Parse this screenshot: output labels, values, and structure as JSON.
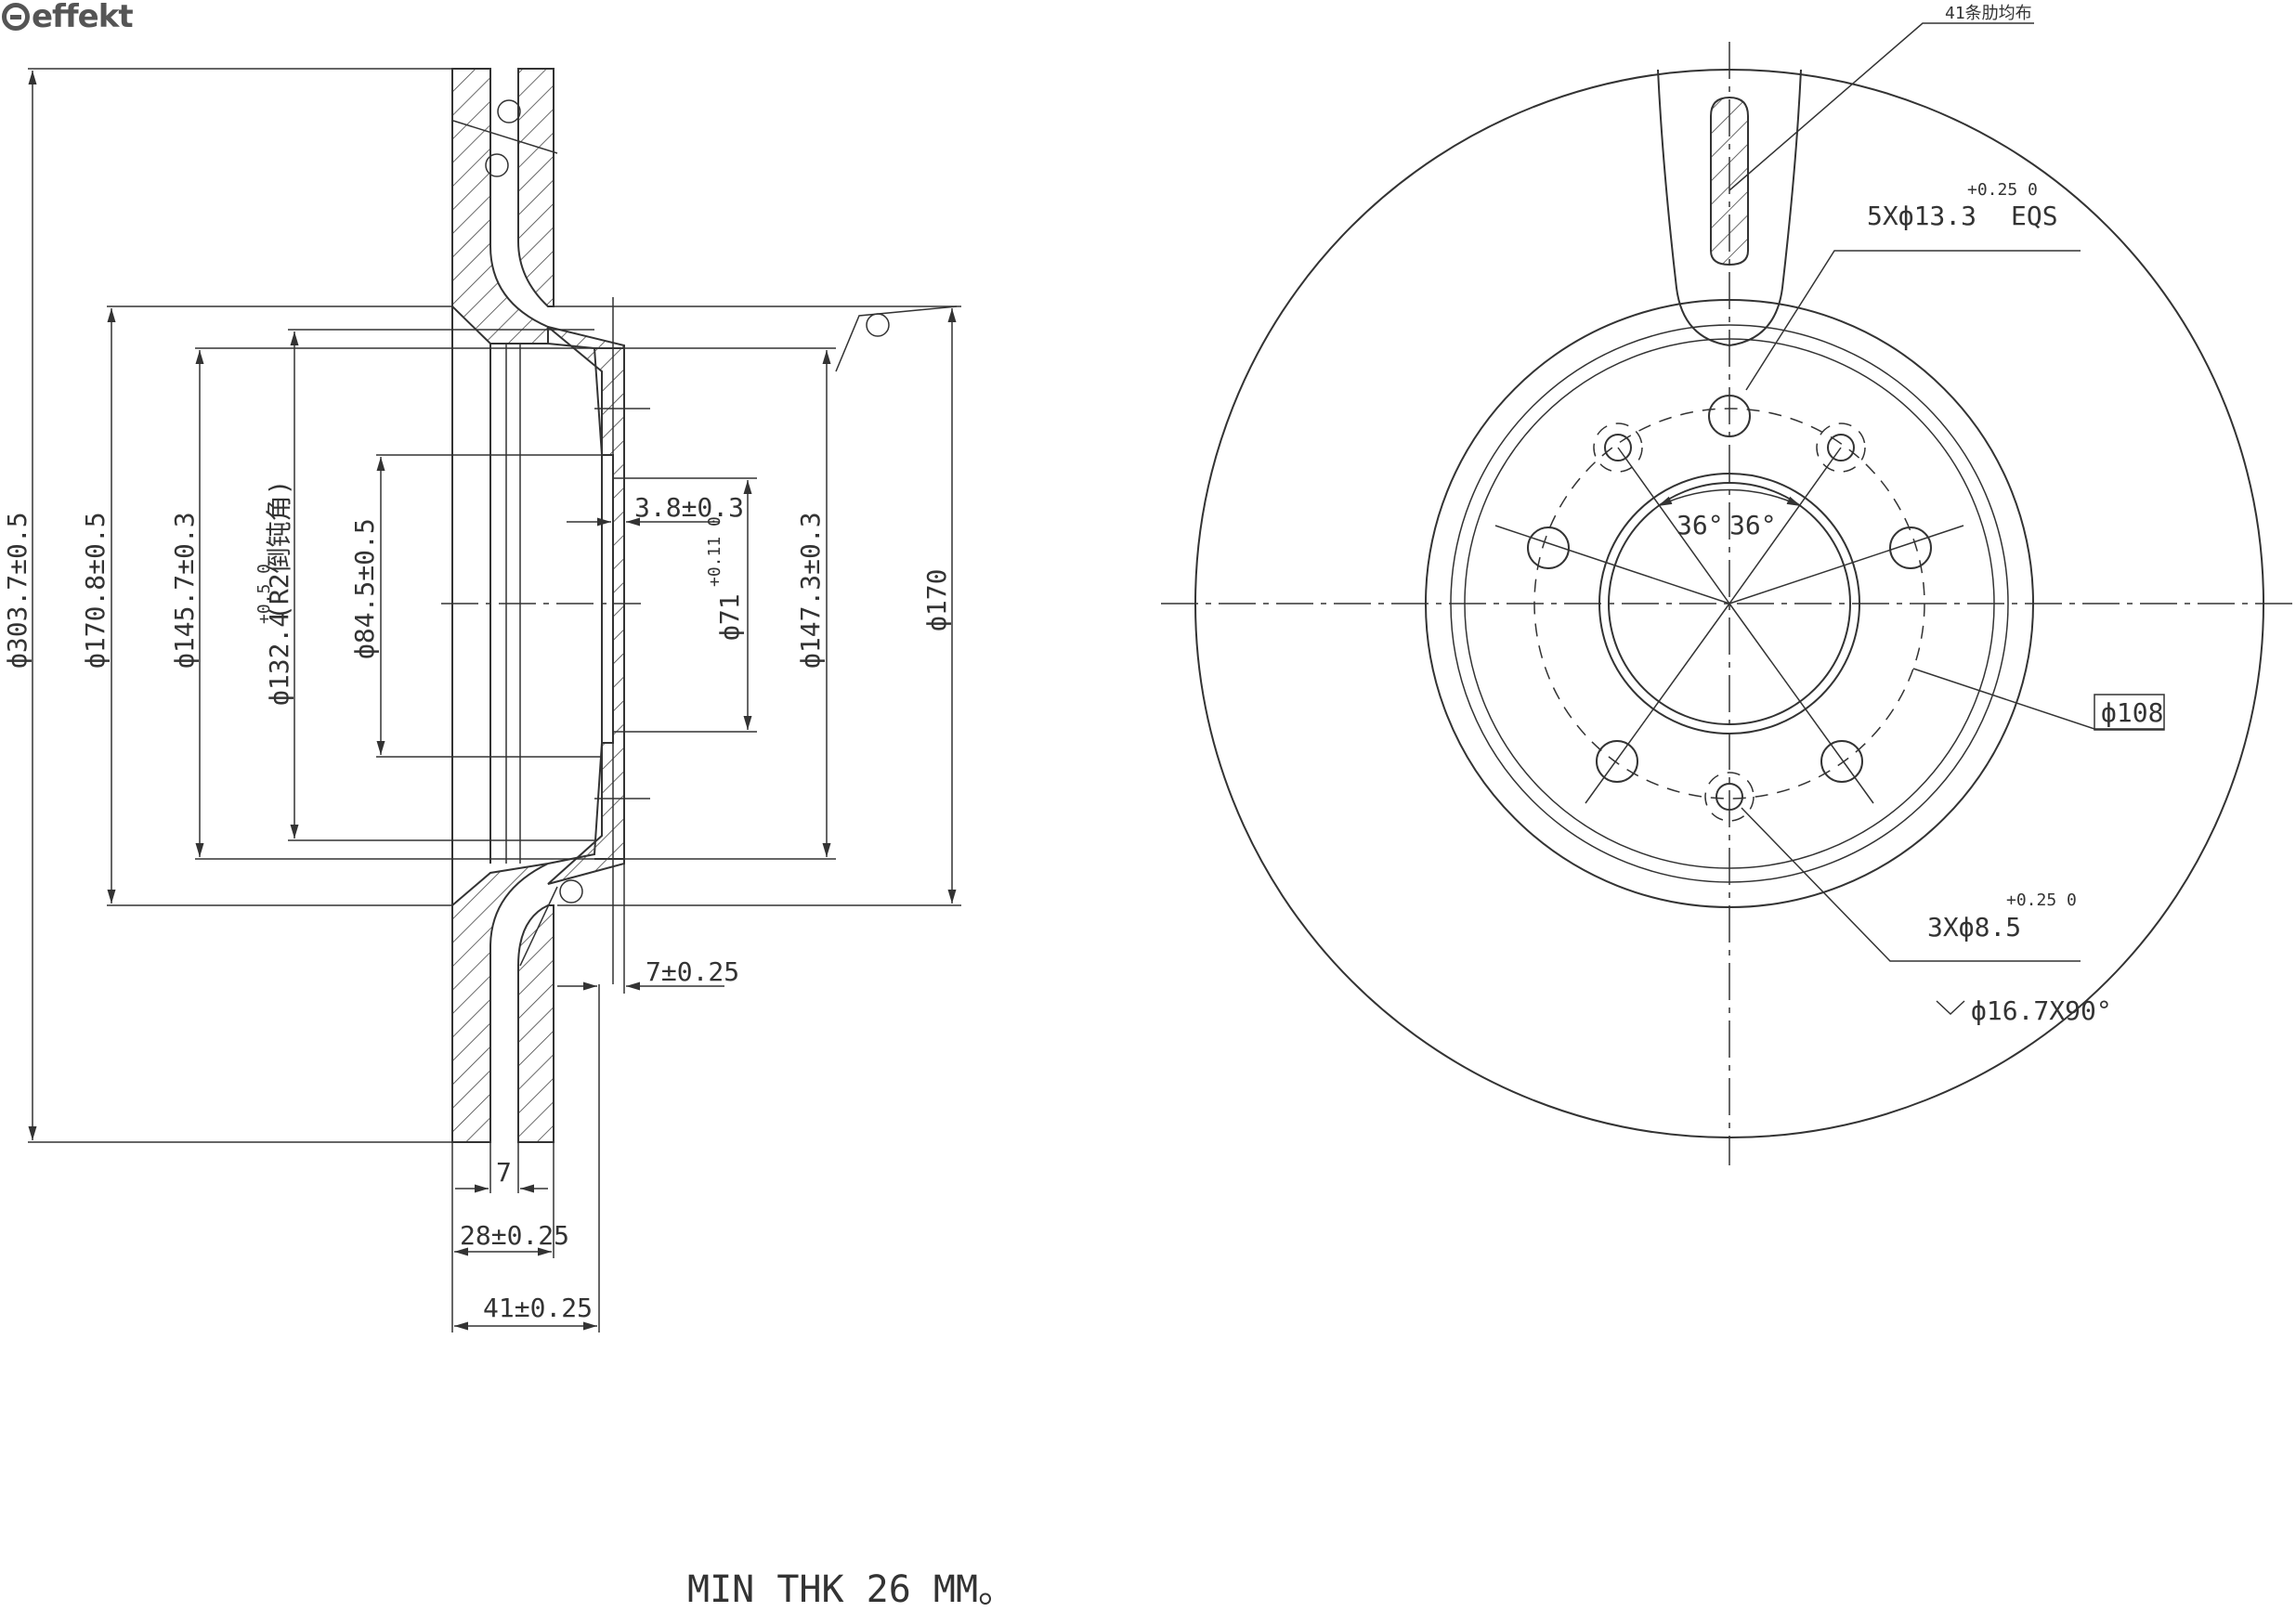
{
  "brand": {
    "name": "effekt"
  },
  "notes": {
    "min_thickness": "MIN THK 26 MM。"
  },
  "section_view": {
    "outer_dia": "ф303.7±0.5",
    "hat_outer_dia": "ф170.8±0.5",
    "hat_inner_dia": "ф145.7±0.3",
    "dia_132": "ф132.4",
    "dia_132_tol": "+0.5 0",
    "dia_132_note": "(R2倒钝角)",
    "center_bore": "ф84.5±0.5",
    "dia_71": "ф71",
    "dia_71_tol": "+0.11 0",
    "dia_147": "ф147.3±0.3",
    "dia_170": "ф170",
    "dim_3_8": "3.8±0.3",
    "dim_7_25": "7±0.25",
    "dim_7": "7",
    "dim_28": "28±0.25",
    "dim_41": "41±0.25"
  },
  "front_view": {
    "ribs_note": "41条肋均布",
    "holes_5": "5Xф13.3",
    "holes_5_tol": "+0.25 0",
    "holes_5_suffix": "EQS",
    "angle_left": "36°",
    "angle_right": "36°",
    "pcd": "ф108",
    "holes_3": "3Xф8.5",
    "holes_3_tol": "+0.25 0",
    "chamfer": "ф16.7X90°"
  }
}
